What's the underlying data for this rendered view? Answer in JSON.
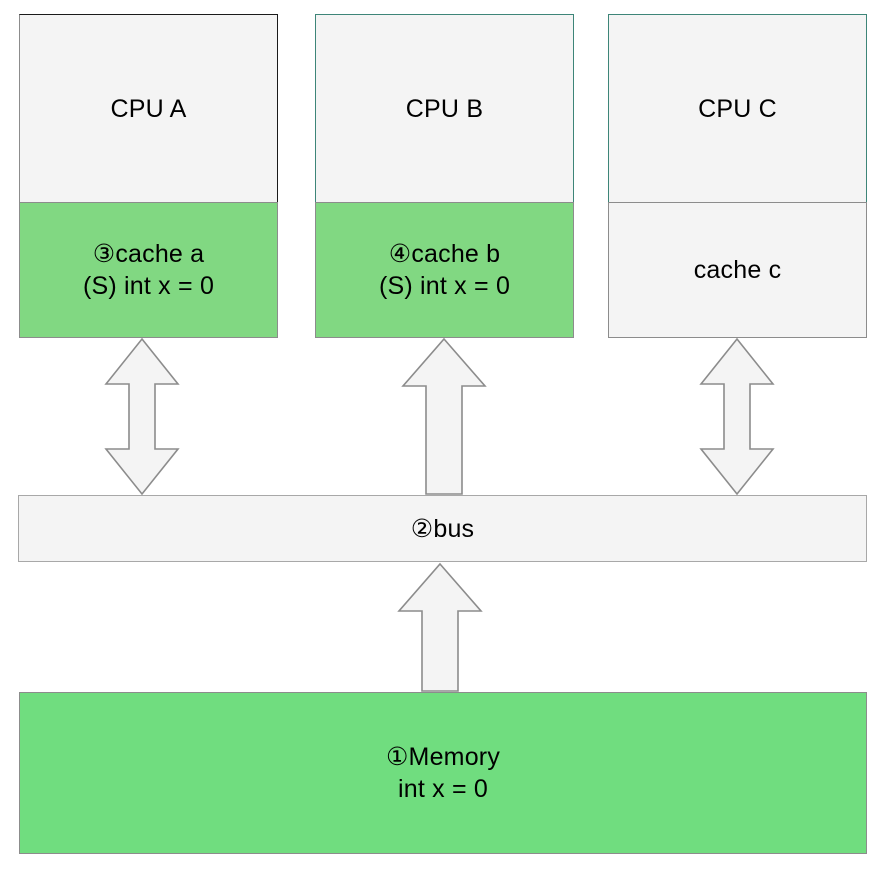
{
  "diagram": {
    "title": "MESI cache coherence bus diagram",
    "colors": {
      "cache_green": "#81d882",
      "memory_green": "#70dd7f",
      "box_gray": "#f4f4f4",
      "border_gray": "#8c8c8c",
      "border_teal": "#3d8578",
      "border_dark": "#1a1a1a"
    },
    "cpus": [
      {
        "cpu_label": "CPU A",
        "cache_line1": "③cache a",
        "cache_line2": "(S) int x = 0",
        "cache_highlighted": true
      },
      {
        "cpu_label": "CPU B",
        "cache_line1": "④cache b",
        "cache_line2": "(S)  int x = 0",
        "cache_highlighted": true
      },
      {
        "cpu_label": "CPU C",
        "cache_line1": "cache c",
        "cache_line2": "",
        "cache_highlighted": false
      }
    ],
    "bus": {
      "label": "②bus"
    },
    "memory": {
      "line1": "①Memory",
      "line2": "int x = 0"
    },
    "connectors": [
      {
        "name": "cache-a-to-bus",
        "direction": "bidirectional"
      },
      {
        "name": "cache-b-to-bus",
        "direction": "up"
      },
      {
        "name": "cache-c-to-bus",
        "direction": "bidirectional"
      },
      {
        "name": "memory-to-bus",
        "direction": "up"
      }
    ]
  }
}
